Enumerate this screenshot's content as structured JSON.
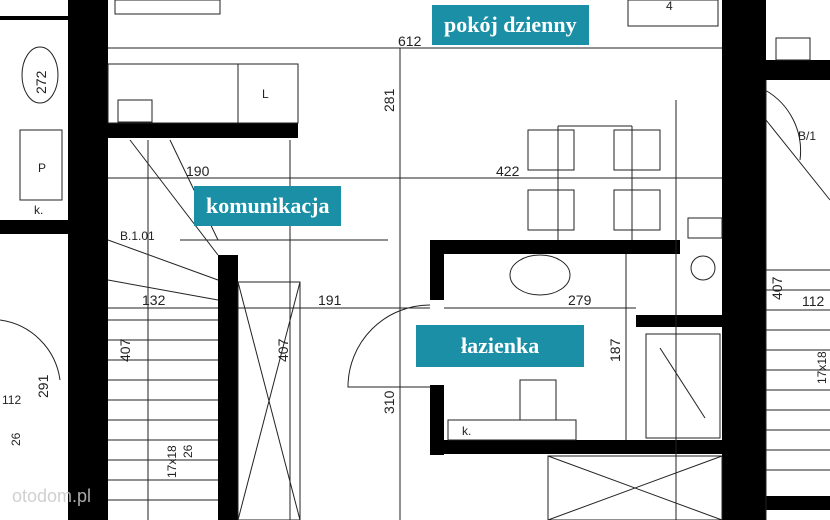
{
  "rooms": {
    "living": "pokój dzienny",
    "corridor": "komunikacja",
    "bathroom": "łazienka"
  },
  "colors": {
    "label_bg": "#1a8fa6",
    "label_text": "#ffffff",
    "walls": "#000000"
  },
  "dimensions": {
    "d612": "612",
    "d281": "281",
    "d422": "422",
    "d190": "190",
    "d191": "191",
    "d279": "279",
    "d187": "187",
    "d310": "310",
    "d407_left": "407",
    "d407_mid": "407",
    "d407_right": "407",
    "d132": "132",
    "d272": "272",
    "d291": "291",
    "d112_left": "112",
    "d112_right": "112",
    "d26_a": "26",
    "d26_b": "26",
    "stairs_left": "17x18",
    "stairs_right": "17x18"
  },
  "codes": {
    "b101": "B.1.01",
    "b1_right": "B/1",
    "l_mark": "L",
    "p_mark": "P",
    "k_mark_left": "k.",
    "k_mark_bath": "k.",
    "d4": "4"
  },
  "watermark": "otodom.pl"
}
